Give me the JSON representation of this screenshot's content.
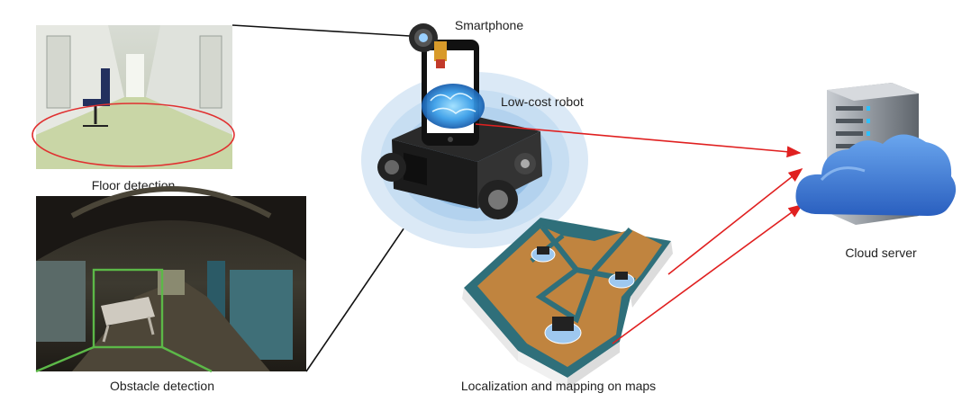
{
  "labels": {
    "smartphone": "Smartphone",
    "robot": "Low-cost robot",
    "floor": "Floor detection",
    "obstacle": "Obstacle detection",
    "cloud": "Cloud server",
    "mapping": "Localization and mapping on maps"
  },
  "colors": {
    "arrow": "#e02020",
    "connector": "#111111",
    "floor_ellipse": "#e03030",
    "obstacle_box": "#5cb848",
    "ring_outer": "#dbe9f6",
    "ring_mid": "#b9d5ef",
    "ring_inner": "#94bfe6",
    "cloud": "#3a78d6",
    "server": "#8a9098",
    "map_floor": "#c0843f",
    "map_wall": "#2f6f7a"
  },
  "icons": [
    "camera-icon",
    "smartphone-icon",
    "brain-icon",
    "robot-icon",
    "server-icon",
    "cloud-icon",
    "map-icon"
  ]
}
